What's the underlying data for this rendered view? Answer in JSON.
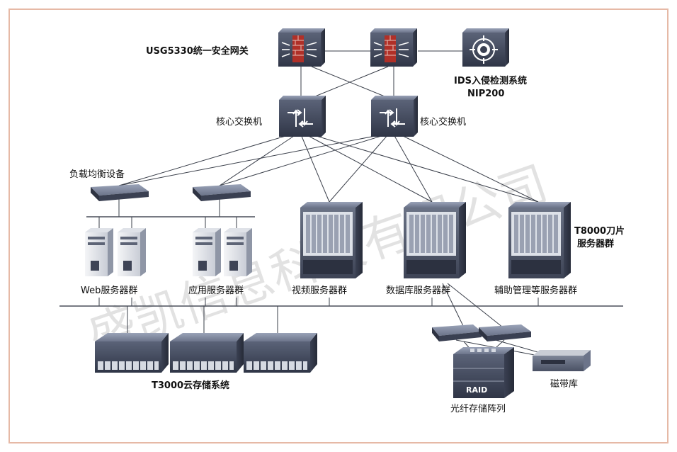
{
  "watermark": "盛凯信息科技有限公司",
  "labels": {
    "firewall_group": "USG5330统一安全网关",
    "ids_line1": "IDS入侵检测系统",
    "ids_line2": "NIP200",
    "core_switch_left": "核心交换机",
    "core_switch_right": "核心交换机",
    "load_balancer": "负载均衡设备",
    "web_servers": "Web服务器群",
    "app_servers": "应用服务器群",
    "video_servers": "视频服务器群",
    "db_servers": "数据库服务器群",
    "aux_servers": "辅助管理等服务器群",
    "blade_line1": "T8000刀片",
    "blade_line2": "服务器群",
    "cloud_storage": "T3000云存储系统",
    "raid_badge": "RAID",
    "fiber_array": "光纤存储阵列",
    "tape_library": "磁带库"
  }
}
